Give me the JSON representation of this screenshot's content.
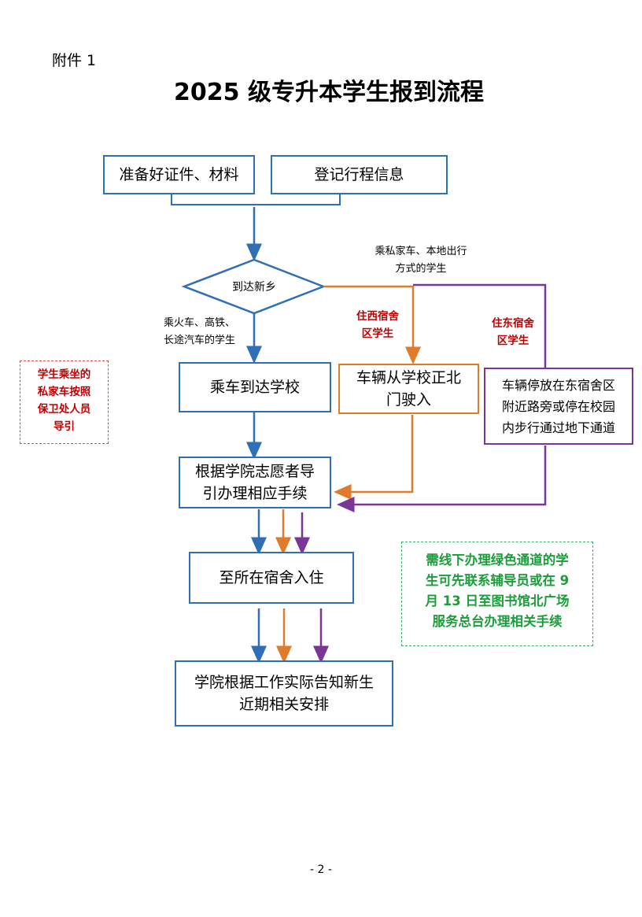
{
  "header": {
    "annex": "附件 1",
    "title": "2025 级专升本学生报到流程"
  },
  "flow": {
    "prepare": "准备好证件、材料",
    "register": "登记行程信息",
    "arrive": "到达新乡",
    "private_car_label_line1": "乘私家车、本地出行",
    "private_car_label_line2": "方式的学生",
    "train_label_line1": "乘火车、高铁、",
    "train_label_line2": "长途汽车的学生",
    "west_label_line1": "住西宿舍",
    "west_label_line2": "区学生",
    "east_label_line1": "住东宿舍",
    "east_label_line2": "区学生",
    "bus_to_school": "乘车到达学校",
    "west_entry_line1": "车辆从学校正北",
    "west_entry_line2": "门驶入",
    "east_parking_line1": "车辆停放在东宿舍区",
    "east_parking_line2": "附近路旁或停在校园",
    "east_parking_line3": "内步行通过地下通道",
    "volunteer_line1": "根据学院志愿者导",
    "volunteer_line2": "引办理相应手续",
    "dorm": "至所在宿舍入住",
    "final_line1": "学院根据工作实际告知新生",
    "final_line2": "近期相关安排"
  },
  "side_notes": {
    "private_car_guide_line1": "学生乘坐的",
    "private_car_guide_line2": "私家车按照",
    "private_car_guide_line3": "保卫处人员",
    "private_car_guide_line4": "导引",
    "green_line1": "需线下办理绿色通道的学",
    "green_line2": "生可先联系辅导员或在 9",
    "green_line3": "月 13 日至图书馆北广场",
    "green_line4": "服务总台办理相关手续"
  },
  "footer": {
    "page": "- 2 -"
  },
  "colors": {
    "blue": "#2f6fb5",
    "orange": "#e07b2b",
    "purple": "#7a3597",
    "red": "#c00000",
    "green": "#1a9e3a"
  }
}
